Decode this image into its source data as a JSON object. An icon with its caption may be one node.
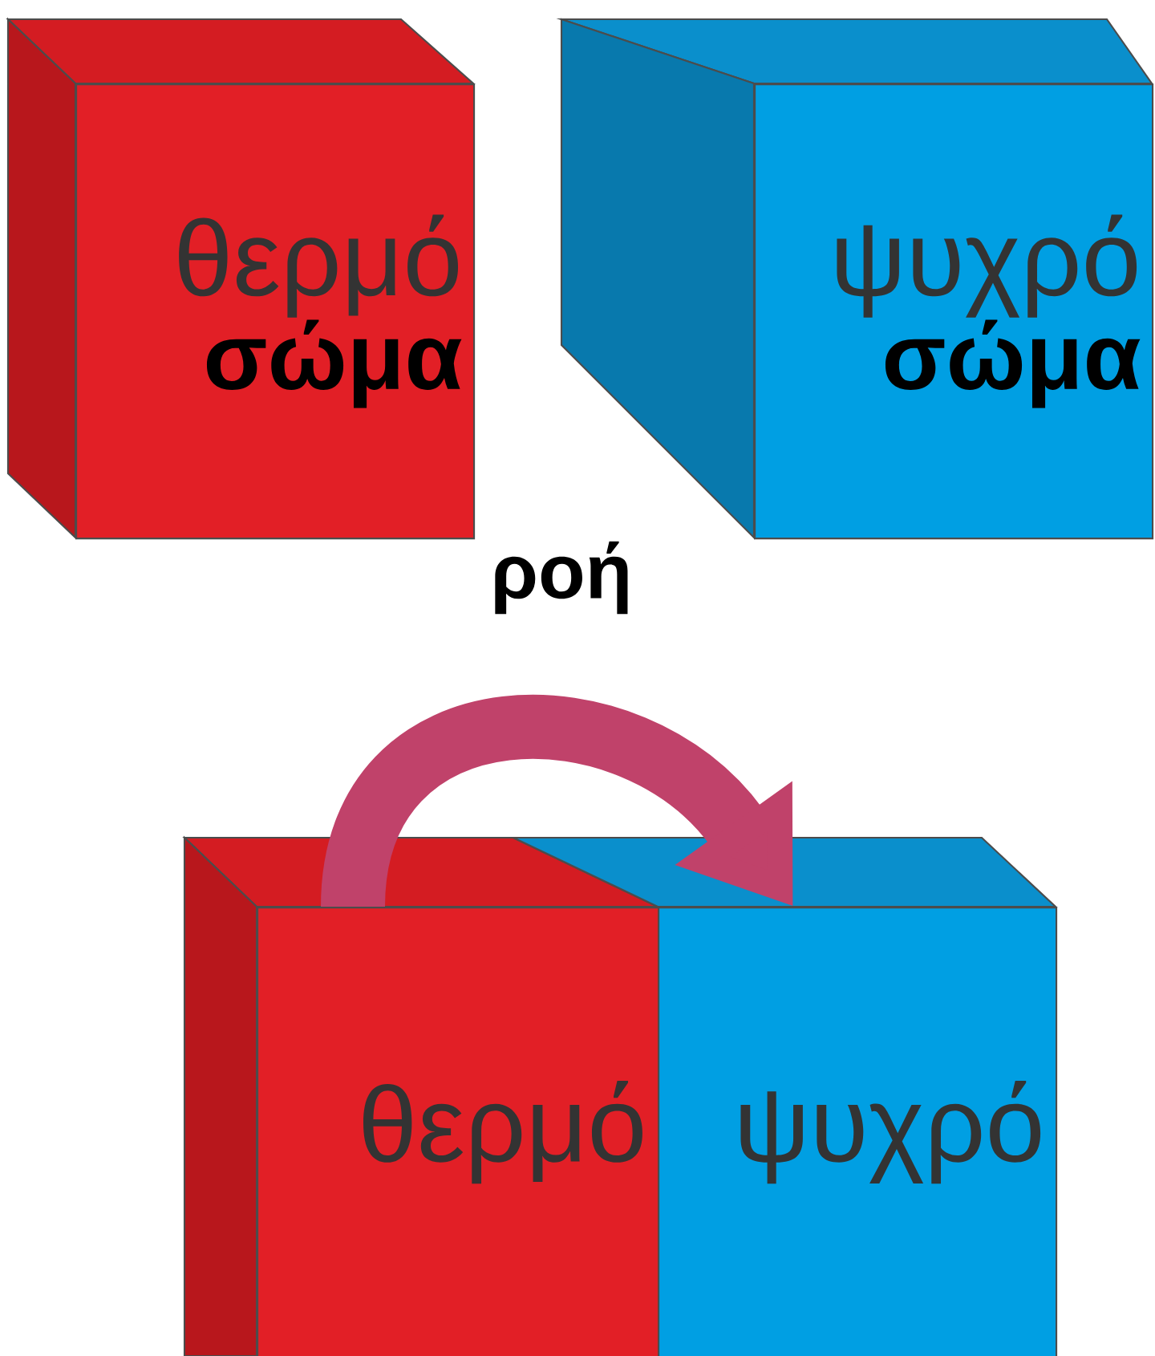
{
  "diagram": {
    "nodes": [
      {
        "text": [
          "θερμό",
          "σώμα"
        ]
      },
      {
        "text": [
          "ψυχρό",
          "σώμα"
        ]
      },
      {
        "text": [
          "θερμό"
        ]
      },
      {
        "text": [
          "ψυχρό"
        ]
      }
    ],
    "edges": [
      {
        "from": 2,
        "to": 3,
        "arrow": "to",
        "label": "ροή"
      }
    ]
  }
}
